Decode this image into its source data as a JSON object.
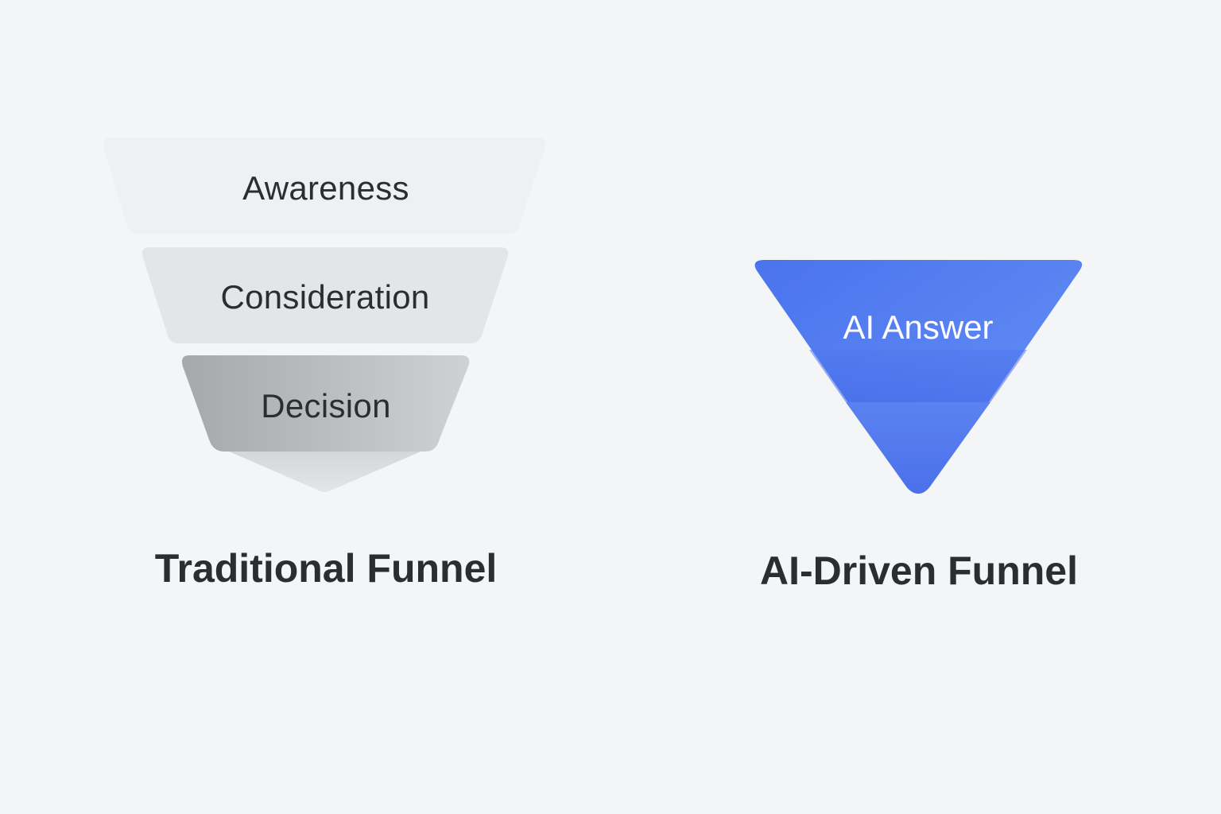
{
  "traditional_funnel": {
    "caption": "Traditional Funnel",
    "stages": [
      "Awareness",
      "Consideration",
      "Decision"
    ]
  },
  "ai_funnel": {
    "caption": "AI-Driven Funnel",
    "answer_label": "AI Answer"
  },
  "colors": {
    "background": "#f4f5f7",
    "awareness_fill": "#eef0f3",
    "consideration_fill": "#e3e5e9",
    "decision_fill": "#b6b8bc",
    "funnel_tip_fill": "#dcdee2",
    "ai_blue_light": "#6a93f5",
    "ai_blue": "#4a72ec",
    "ai_blue_dark": "#4169e8",
    "text_dark": "#2b2d31",
    "text_light": "#ffffff"
  }
}
